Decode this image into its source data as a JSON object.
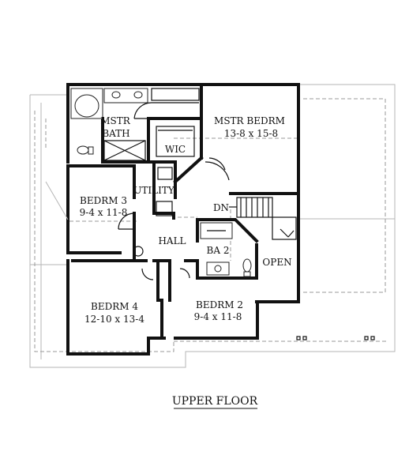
{
  "rooms": {
    "mstr_bedrm": {
      "name": "MSTR BEDRM",
      "dims": "13-8 x 15-8"
    },
    "mstr_bath": {
      "line1": "MSTR",
      "line2": "BATH"
    },
    "wic": {
      "name": "WIC"
    },
    "utility": {
      "name": "UTILITY"
    },
    "bedrm3": {
      "name": "BEDRM 3",
      "dims": "9-4 x 11-8"
    },
    "dn": {
      "name": "DN"
    },
    "hall": {
      "name": "HALL"
    },
    "ba2": {
      "name": "BA 2"
    },
    "open": {
      "name": "OPEN"
    },
    "bedrm4": {
      "name": "BEDRM 4",
      "dims": "12-10 x 13-4"
    },
    "bedrm2": {
      "name": "BEDRM 2",
      "dims": "9-4 x 11-8"
    }
  },
  "caption": "UPPER FLOOR"
}
